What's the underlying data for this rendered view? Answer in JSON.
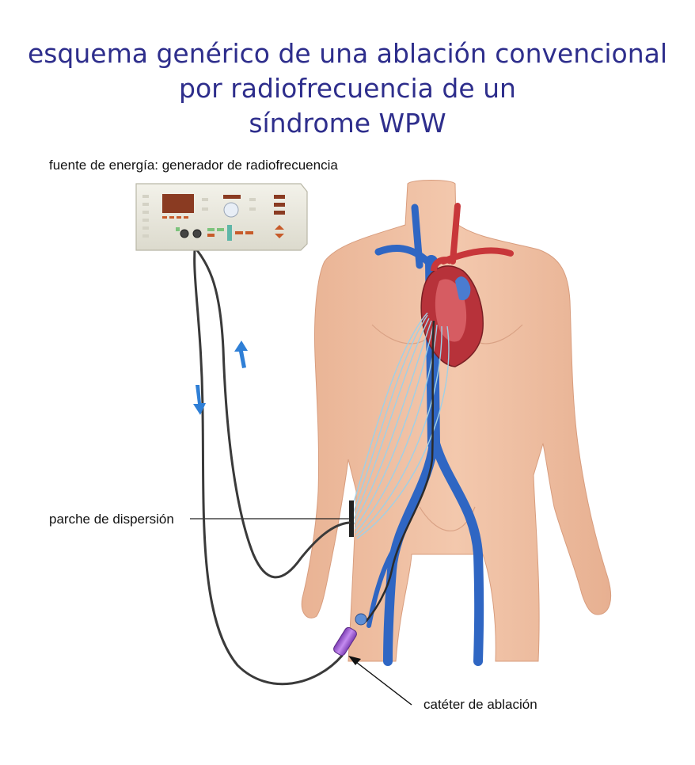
{
  "title": {
    "line1": "esquema genérico de una ablación convencional",
    "line2": "por radiofrecuencia de un",
    "line3": "síndrome WPW"
  },
  "labels": {
    "energy_source": "fuente de energía: generador de radiofrecuencia",
    "dispersion_patch": "parche de dispersión",
    "ablation_catheter": "catéter de ablación"
  },
  "colors": {
    "title": "#2e2e8c",
    "skin": "#f0c2a6",
    "vein": "#2f66c3",
    "artery": "#c8373a",
    "cable": "#3a3a3a",
    "current": "#9fd0e6",
    "arrow": "#2f7fd6",
    "catheter_handle": "#a15ed6"
  },
  "icons": [
    "rf-generator-device",
    "heart-illustration",
    "current-up-arrow",
    "current-down-arrow"
  ]
}
